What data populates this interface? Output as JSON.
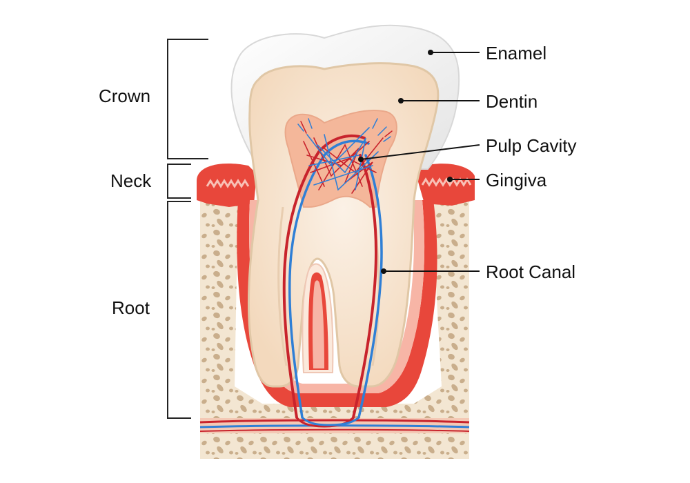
{
  "regions": {
    "crown": "Crown",
    "neck": "Neck",
    "root": "Root"
  },
  "parts": {
    "enamel": "Enamel",
    "dentin": "Dentin",
    "pulp_cavity": "Pulp Cavity",
    "gingiva": "Gingiva",
    "root_canal": "Root Canal"
  },
  "colors": {
    "enamel": "#f3f3f3",
    "dentin": "#f2dcc0",
    "pulp": "#f4b79a",
    "gingiva": "#e8473b",
    "bone": "#f3e6d2",
    "bone_spot": "#c9ae8c",
    "artery": "#c8232c",
    "vein": "#2f7fd6"
  }
}
